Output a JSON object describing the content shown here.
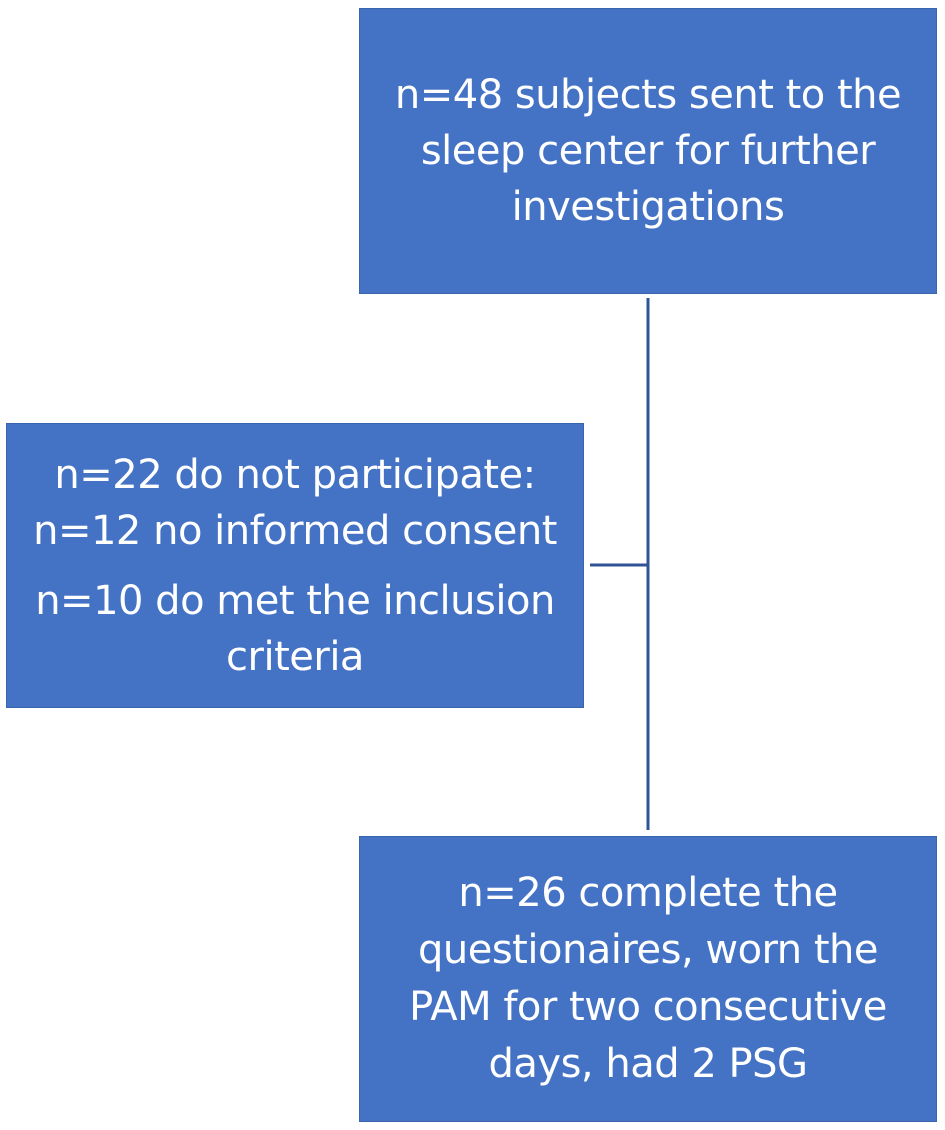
{
  "flowchart": {
    "top_box": {
      "lines": [
        "n=48 subjects sent to the",
        "sleep center for further",
        "investigations"
      ]
    },
    "excluded_box": {
      "lines": [
        "n=22 do not participate:",
        "n=12 no informed consent",
        "n=10 do met the inclusion",
        "criteria"
      ]
    },
    "bottom_box": {
      "lines": [
        "n=26 complete the",
        "questionaires, worn the",
        "PAM for two consecutive",
        "days, had 2 PSG"
      ]
    },
    "colors": {
      "box_fill": "#4472C4",
      "connector": "#2F5597",
      "text": "#FFFFFF"
    }
  }
}
